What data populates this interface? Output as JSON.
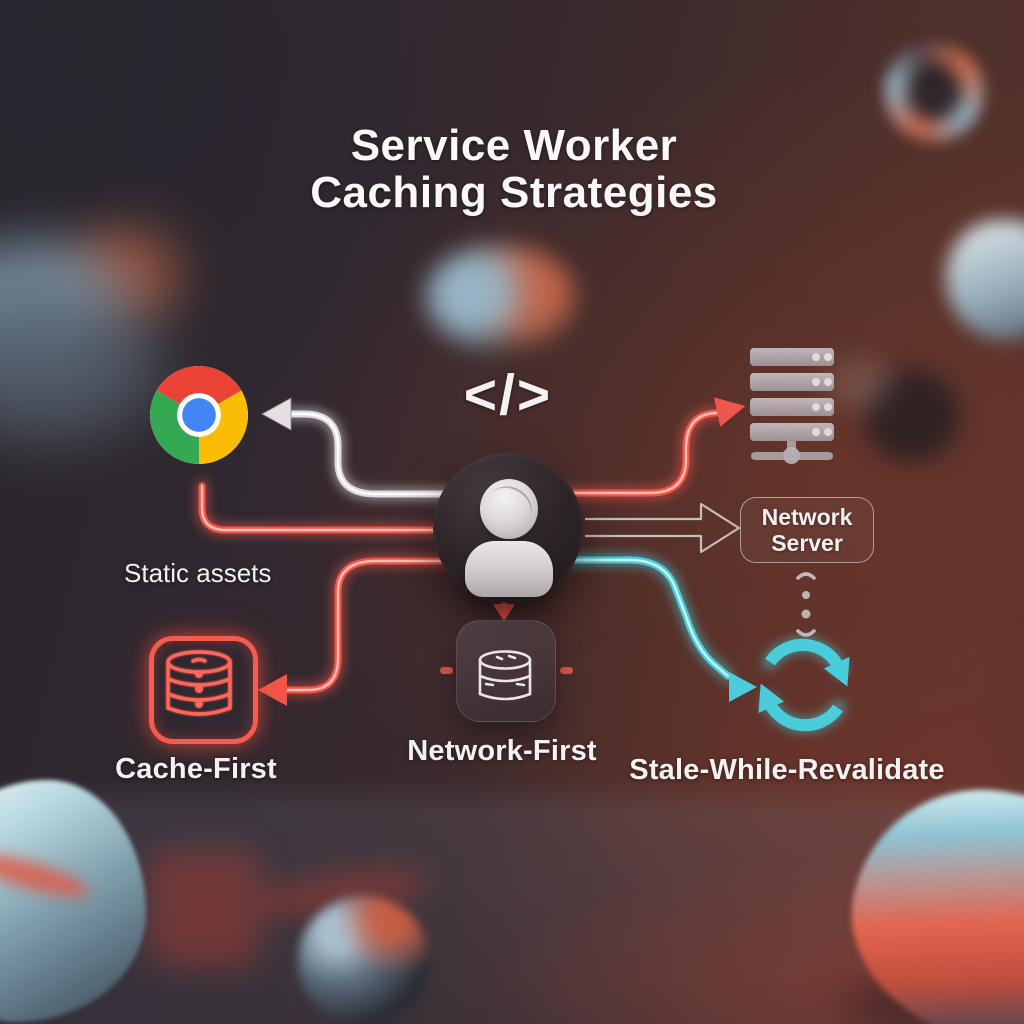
{
  "title": {
    "line1": "Service Worker",
    "line2": "Caching Strategies"
  },
  "center_node": {
    "code_glyph": "</>"
  },
  "labels": {
    "static_assets": "Static assets",
    "cache_first": "Cache-First",
    "network_first": "Network-First",
    "stale_while_revalidate": "Stale-While-Revalidate"
  },
  "network_server_box": {
    "line1": "Network",
    "line2": "Server"
  },
  "icons": {
    "browser": "chrome-browser-icon",
    "client": "user-avatar-icon",
    "code": "code-tag-icon",
    "origin_server": "server-stack-icon",
    "cache_database": "database-icon",
    "network_database": "database-icon",
    "revalidate": "refresh-sync-icon"
  },
  "colors": {
    "accent-red": "#f0574b",
    "accent-red-core": "#ffc4bc",
    "accent-cyan": "#49cdda",
    "accent-cyan-core": "#d2f6f8",
    "line-silver": "#dedae0",
    "text-light": "#f4f1f2"
  }
}
